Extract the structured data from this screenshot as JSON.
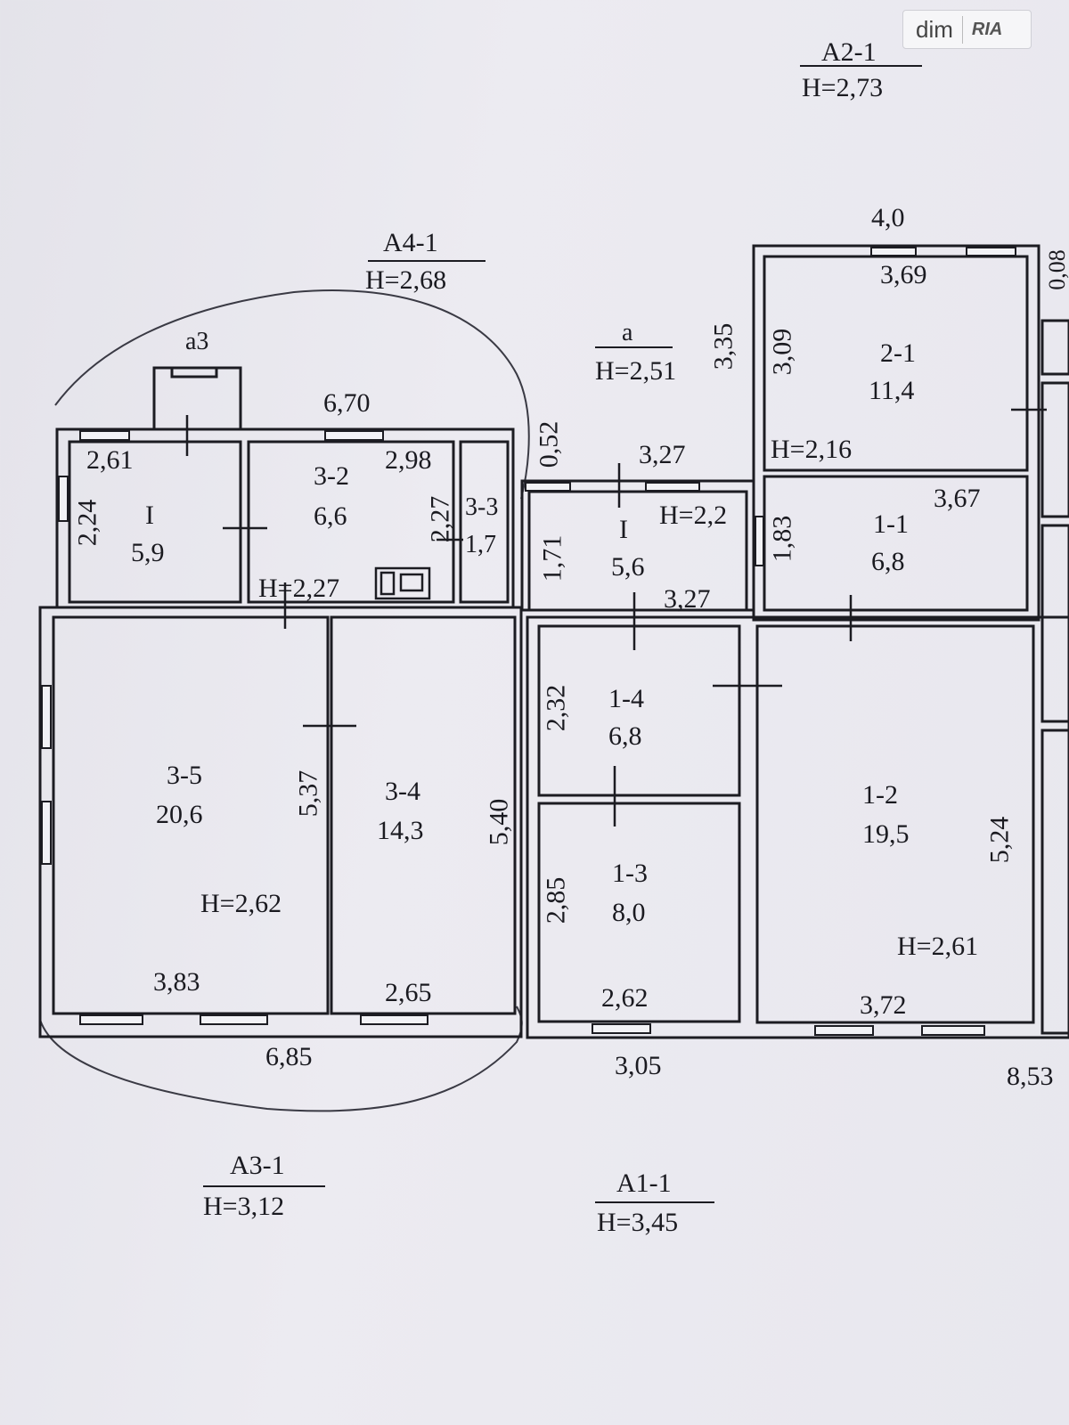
{
  "watermark": {
    "text": "dim",
    "brand": "RIA"
  },
  "sections": {
    "a2": {
      "name": "А2-1",
      "height": "H=2,73"
    },
    "a4": {
      "name": "А4-1",
      "height": "H=2,68"
    },
    "a_porch": {
      "name": "а",
      "height": "H=2,51"
    },
    "a3_small": {
      "name": "а3"
    },
    "a3": {
      "name": "А3-1",
      "height": "H=3,12"
    },
    "a1": {
      "name": "А1-1",
      "height": "H=3,45"
    }
  },
  "rooms": {
    "r_I_left": {
      "id": "I",
      "area": "5,9"
    },
    "r_3_2": {
      "id": "3-2",
      "area": "6,6"
    },
    "r_3_3": {
      "id": "3-3",
      "area": "1,7"
    },
    "r_I_mid": {
      "id": "I",
      "area": "5,6"
    },
    "r_2_1": {
      "id": "2-1",
      "area": "11,4"
    },
    "r_1_1": {
      "id": "1-1",
      "area": "6,8"
    },
    "r_3_5": {
      "id": "3-5",
      "area": "20,6"
    },
    "r_3_4": {
      "id": "3-4",
      "area": "14,3"
    },
    "r_1_4": {
      "id": "1-4",
      "area": "6,8"
    },
    "r_1_3": {
      "id": "1-3",
      "area": "8,0"
    },
    "r_1_2": {
      "id": "1-2",
      "area": "19,5"
    }
  },
  "heights": {
    "h_2_27": "H=2,27",
    "h_2_2": "H=2,2",
    "h_2_16": "H=2,16",
    "h_2_62": "H=2,62",
    "h_2_61": "H=2,61"
  },
  "dims": {
    "d_6_70": "6,70",
    "d_2_61": "2,61",
    "d_2_98": "2,98",
    "d_2_24": "2,24",
    "d_2_27v": "2,27",
    "d_0_52": "0,52",
    "d_3_27a": "3,27",
    "d_1_71": "1,71",
    "d_3_27b": "3,27",
    "d_3_35": "3,35",
    "d_4_0": "4,0",
    "d_3_69": "3,69",
    "d_3_09": "3,09",
    "d_3_67": "3,67",
    "d_1_83": "1,83",
    "d_5_37": "5,37",
    "d_5_40": "5,40",
    "d_2_32": "2,32",
    "d_2_85": "2,85",
    "d_5_24": "5,24",
    "d_3_83": "3,83",
    "d_2_65": "2,65",
    "d_2_62": "2,62",
    "d_3_72": "3,72",
    "d_6_85": "6,85",
    "d_3_05": "3,05",
    "d_8_53": "8,53",
    "d_0_08": "0,08"
  }
}
